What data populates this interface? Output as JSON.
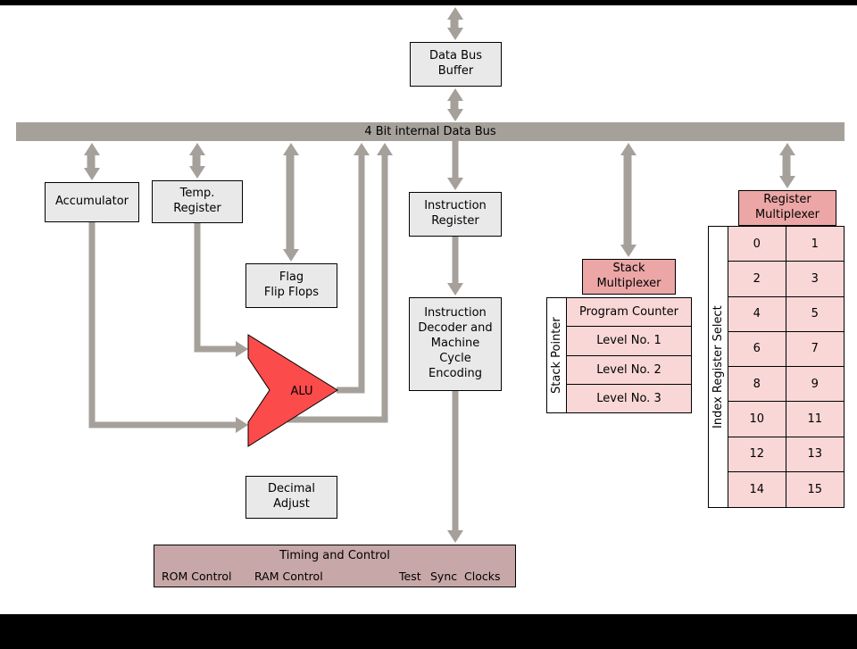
{
  "colors": {
    "wire_gray": "#a6a09b",
    "box_gray": "#e9e9e9",
    "alu_red": "#fb4b4b",
    "pink_light": "#f9d7d7",
    "pink_medium": "#eca6a6",
    "timing_fill": "#c7a7a7"
  },
  "bus": {
    "label": "4 Bit internal Data Bus"
  },
  "blocks": {
    "data_bus_buffer": "Data Bus\nBuffer",
    "accumulator": "Accumulator",
    "temp_register": "Temp.\nRegister",
    "flag_flip_flops": "Flag\nFlip Flops",
    "alu": "ALU",
    "decimal_adjust": "Decimal\nAdjust",
    "instruction_register": "Instruction\nRegister",
    "instruction_decoder": "Instruction\nDecoder and\nMachine\nCycle\nEncoding"
  },
  "timing": {
    "title": "Timing and Control",
    "signals": [
      "ROM Control",
      "RAM Control",
      "Test",
      "Sync",
      "Clocks"
    ]
  },
  "stack": {
    "multiplexer": "Stack\nMultiplexer",
    "pointer_label": "Stack Pointer",
    "rows": [
      "Program Counter",
      "Level No. 1",
      "Level No. 2",
      "Level No. 3"
    ]
  },
  "registers": {
    "multiplexer": "Register\nMultiplexer",
    "select_label": "Index Register Select",
    "cells": [
      "0",
      "1",
      "2",
      "3",
      "4",
      "5",
      "6",
      "7",
      "8",
      "9",
      "10",
      "11",
      "12",
      "13",
      "14",
      "15"
    ]
  }
}
